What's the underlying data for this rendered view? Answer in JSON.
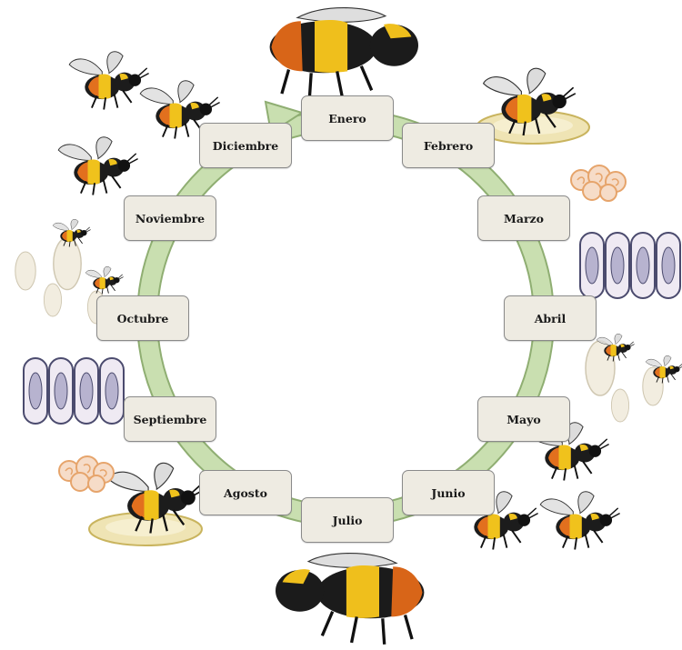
{
  "months": [
    {
      "key": "enero",
      "label": "Enero"
    },
    {
      "key": "febrero",
      "label": "Febrero"
    },
    {
      "key": "marzo",
      "label": "Marzo"
    },
    {
      "key": "abril",
      "label": "Abril"
    },
    {
      "key": "mayo",
      "label": "Mayo"
    },
    {
      "key": "junio",
      "label": "Junio"
    },
    {
      "key": "julio",
      "label": "Julio"
    },
    {
      "key": "agosto",
      "label": "Agosto"
    },
    {
      "key": "septiembre",
      "label": "Septiembre"
    },
    {
      "key": "octubre",
      "label": "Octubre"
    },
    {
      "key": "noviembre",
      "label": "Noviembre"
    },
    {
      "key": "diciembre",
      "label": "Diciembre"
    }
  ],
  "colors": {
    "ring": "#c9dfb0",
    "ring_border": "#8fae72",
    "box_fill": "#eeebe2",
    "bee_orange": "#e2701e",
    "bee_yellow": "#f0c21c"
  },
  "icons": [
    "bumblebee-queen-icon",
    "bumblebee-worker-icon",
    "larvae-icon",
    "pupae-cells-icon",
    "cocoon-icon",
    "nest-icon"
  ]
}
